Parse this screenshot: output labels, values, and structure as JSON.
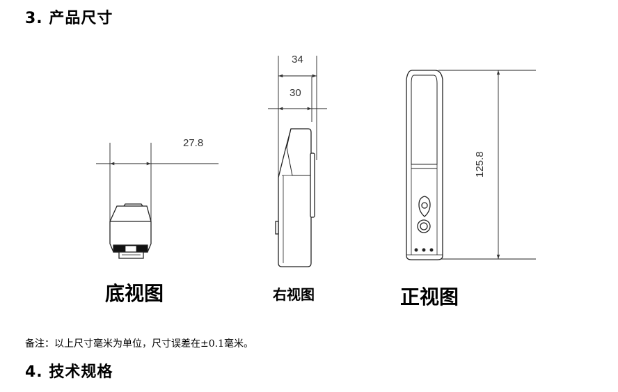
{
  "section3": {
    "heading": "3. 产品尺寸"
  },
  "views": {
    "bottom": {
      "label": "底视图",
      "dimension": "27.8"
    },
    "right": {
      "label": "右视图",
      "dimension_outer": "34",
      "dimension_inner": "30"
    },
    "front": {
      "label": "正视图",
      "dimension": "125.8"
    }
  },
  "note": "备注：以上尺寸毫米为单位，尺寸误差在±0.1毫米。",
  "section4": {
    "heading": "4. 技术规格"
  }
}
